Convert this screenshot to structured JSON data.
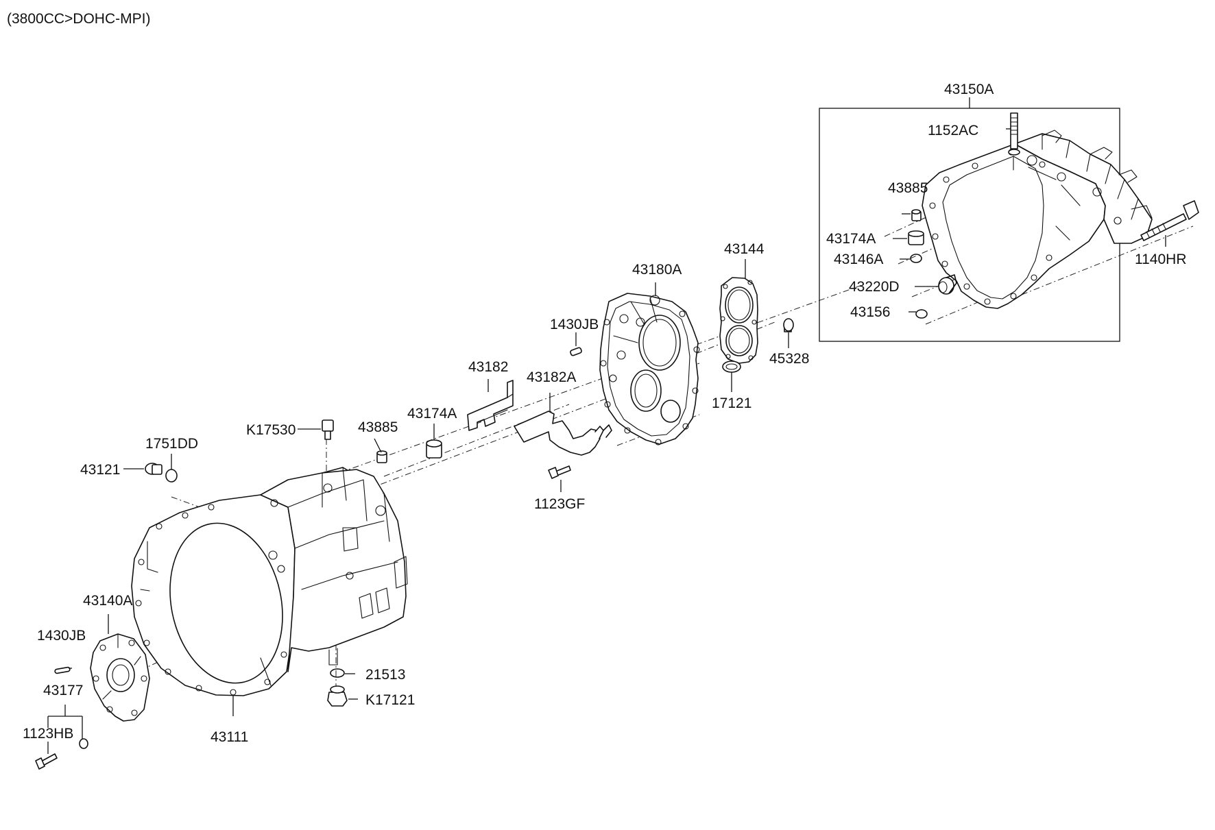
{
  "header": "(3800CC>DOHC-MPI)",
  "labels": {
    "p43150A": "43150A",
    "p1152AC": "1152AC",
    "p43885_r": "43885",
    "p43174A_r": "43174A",
    "p43146A": "43146A",
    "p43220D": "43220D",
    "p43156": "43156",
    "p1140HR": "1140HR",
    "p43144": "43144",
    "p43180A": "43180A",
    "p1430JB_c": "1430JB",
    "p45328": "45328",
    "p17121": "17121",
    "p43182": "43182",
    "p43182A": "43182A",
    "p43174A_c": "43174A",
    "p43885_c": "43885",
    "pK17530": "K17530",
    "p1751DD": "1751DD",
    "p43121": "43121",
    "p1123GF": "1123GF",
    "p43140A": "43140A",
    "p1430JB_l": "1430JB",
    "p43177": "43177",
    "p1123HB": "1123HB",
    "p43111": "43111",
    "p21513": "21513",
    "pK17121": "K17121"
  }
}
